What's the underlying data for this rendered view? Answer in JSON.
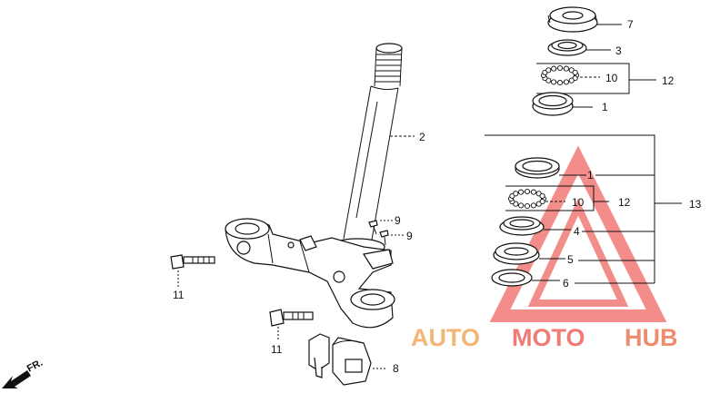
{
  "labels": {
    "l7": "7",
    "l3": "3",
    "l10a": "10",
    "l12a": "12",
    "l1a": "1",
    "l2": "2",
    "l1b": "1",
    "l10b": "10",
    "l12b": "12",
    "l13": "13",
    "l9a": "9",
    "l9b": "9",
    "l4": "4",
    "l5": "5",
    "l6": "6",
    "l11a": "11",
    "l11b": "11",
    "l8": "8",
    "front": "FR."
  },
  "watermark": {
    "part1": "AUTO",
    "part2": "MOTO",
    "part3": "HUB",
    "color1": "#f3b676",
    "color2": "#f07a76",
    "color3": "#ed8d6f",
    "triangle_color": "#f07a76"
  }
}
